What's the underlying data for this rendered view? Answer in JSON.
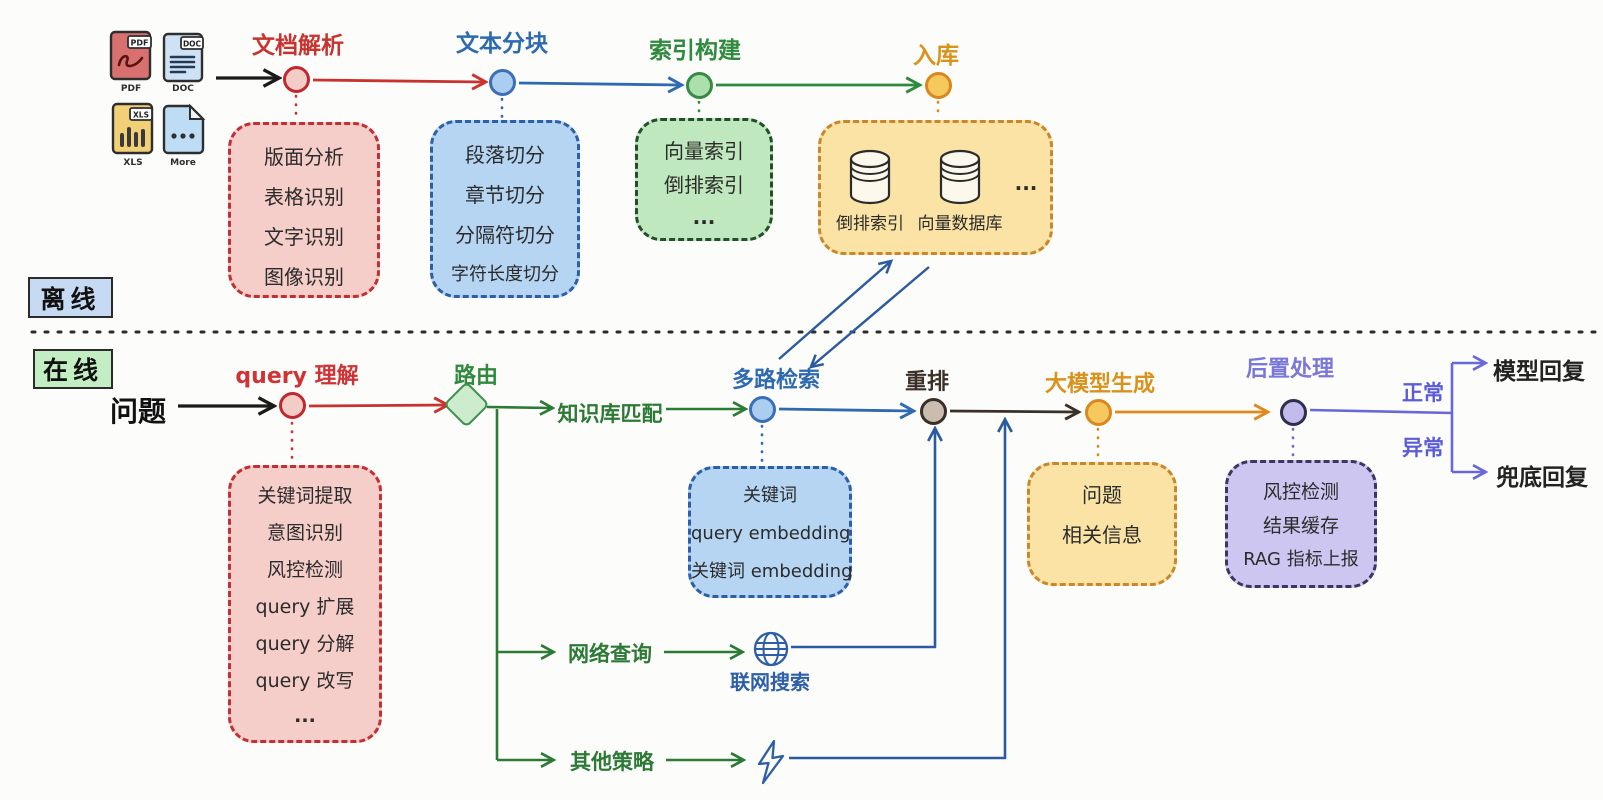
{
  "colors": {
    "red": "#c8332f",
    "blue": "#2d6ab0",
    "green": "#2f8a3e",
    "dark_green": "#2c7a35",
    "orange": "#e0891e",
    "purple": "#6a67d8",
    "dark_blue": "#2a5a9f",
    "dark": "#3a3028"
  },
  "lanes": {
    "offline": "离线",
    "online": "在线"
  },
  "files": [
    {
      "badge": "PDF",
      "caption": "PDF"
    },
    {
      "badge": "DOC",
      "caption": "DOC"
    },
    {
      "badge": "XLS",
      "caption": "XLS"
    },
    {
      "badge": "",
      "caption": "More"
    }
  ],
  "offline": {
    "doc_parse": {
      "title": "文档解析",
      "items": [
        "版面分析",
        "表格识别",
        "文字识别",
        "图像识别"
      ]
    },
    "text_chunk": {
      "title": "文本分块",
      "items": [
        "段落切分",
        "章节切分",
        "分隔符切分",
        "字符长度切分"
      ]
    },
    "index_build": {
      "title": "索引构建",
      "items": [
        "向量索引",
        "倒排索引",
        "..."
      ]
    },
    "storage": {
      "title": "入库",
      "db_inverted": "倒排索引",
      "db_vector": "向量数据库",
      "more": "..."
    }
  },
  "online": {
    "input": "问题",
    "query_understanding": {
      "title": "query 理解",
      "items": [
        "关键词提取",
        "意图识别",
        "风控检测",
        "query 扩展",
        "query 分解",
        "query 改写",
        "..."
      ]
    },
    "router": {
      "title": "路由"
    },
    "branches": {
      "kb": "知识库匹配",
      "web": "网络查询",
      "other": "其他策略"
    },
    "web_search": "联网搜索",
    "retrieval": {
      "title": "多路检索",
      "items": [
        "关键词",
        "query embedding",
        "关键词 embedding"
      ]
    },
    "rerank": {
      "title": "重排"
    },
    "llm": {
      "title": "大模型生成",
      "items": [
        "问题",
        "相关信息"
      ]
    },
    "post": {
      "title": "后置处理",
      "items": [
        "风控检测",
        "结果缓存",
        "RAG 指标上报"
      ]
    },
    "outcomes": {
      "normal": "正常",
      "abnormal": "异常",
      "model_reply": "模型回复",
      "fallback_reply": "兜底回复"
    }
  }
}
